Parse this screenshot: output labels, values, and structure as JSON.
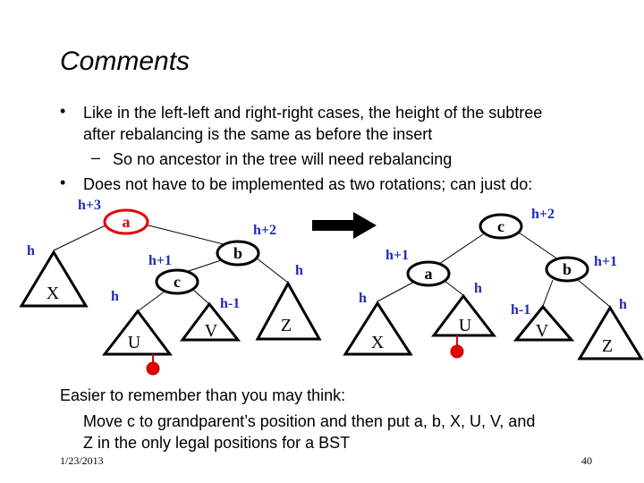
{
  "title": "Comments",
  "bullets": [
    {
      "text_line1": "Like in the left-left and right-right cases, the height of the subtree",
      "text_line2": "after rebalancing is the same as before the insert"
    },
    {
      "sub": "So no ancestor in the tree will need rebalancing"
    },
    {
      "text_line1": "Does not have to be implemented as two rotations; can just do:"
    }
  ],
  "left_tree": {
    "nodes": {
      "a": "a",
      "b": "b",
      "c": "c"
    },
    "subtrees": {
      "X": "X",
      "U": "U",
      "V": "V",
      "Z": "Z"
    },
    "labels": {
      "a": "h+3",
      "b": "h+2",
      "c": "h+1",
      "X": "h",
      "Z": "h",
      "U": "h",
      "V": "h-1"
    }
  },
  "right_tree": {
    "nodes": {
      "a": "a",
      "b": "b",
      "c": "c"
    },
    "subtrees": {
      "X": "X",
      "U": "U",
      "V": "V",
      "Z": "Z"
    },
    "labels": {
      "c": "h+2",
      "a": "h+1",
      "b": "h+1",
      "X": "h",
      "U": "h",
      "V": "h-1",
      "Z": "h"
    }
  },
  "bottom": {
    "line1": "Easier to remember than you may think:",
    "line2": "Move c to grandparent’s position and then put a, b, X, U, V, and",
    "line3": "Z in the only legal positions for a BST"
  },
  "footer": {
    "date": "1/23/2013",
    "page": "40"
  },
  "colors": {
    "highlight": "#e60000",
    "label": "#1f2bb3",
    "insert_dot": "#e60000"
  }
}
